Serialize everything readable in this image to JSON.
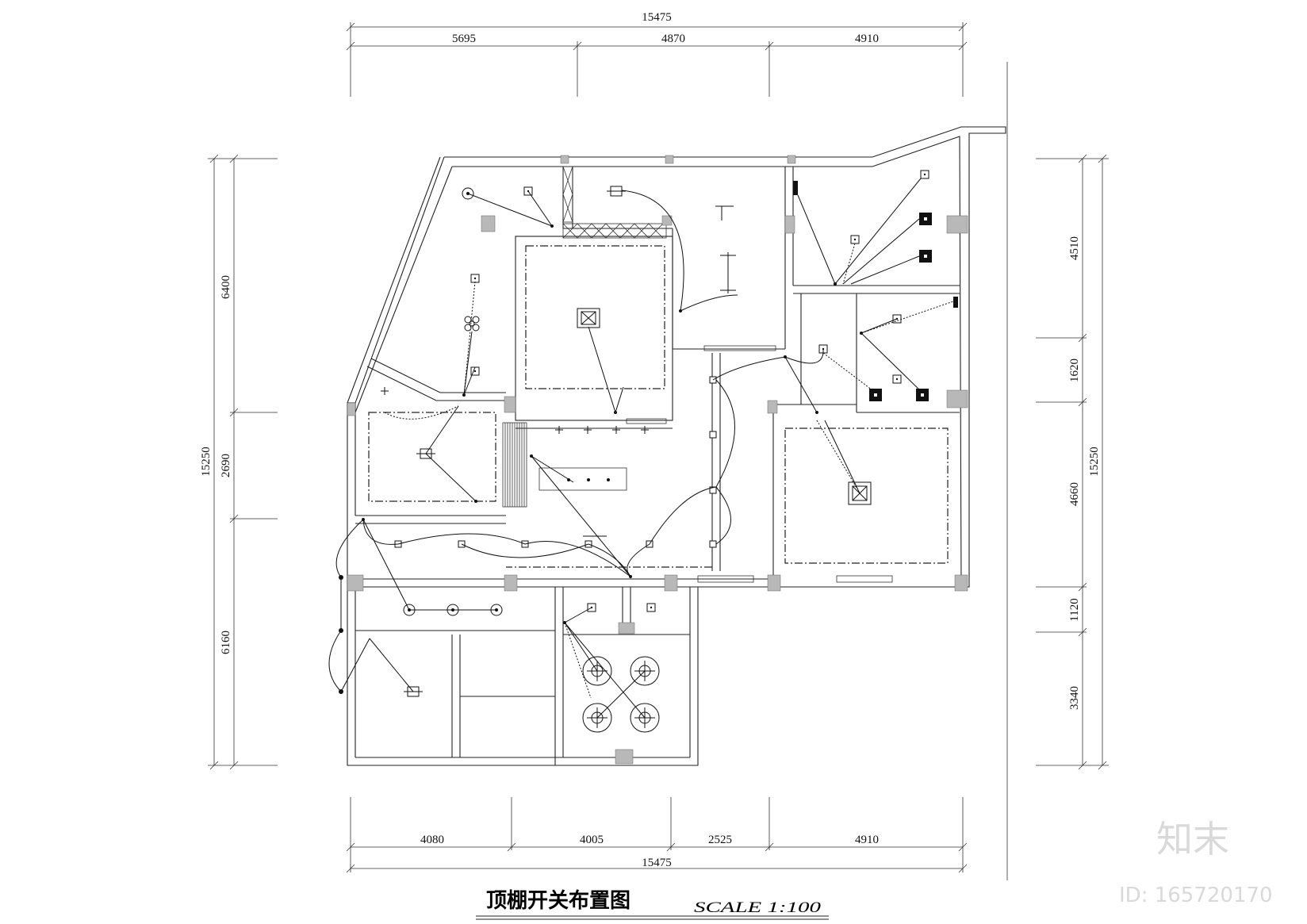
{
  "drawing": {
    "title": "顶棚开关布置图",
    "scale": "SCALE  1:100"
  },
  "dimensions": {
    "top_total": "15475",
    "top_segments": [
      "5695",
      "4870",
      "4910"
    ],
    "bottom_total": "15475",
    "bottom_segments": [
      "4080",
      "4005",
      "2525",
      "4910"
    ],
    "left_total": "15250",
    "left_segments": [
      "6400",
      "2690",
      "6160"
    ],
    "right_total": "15250",
    "right_segments": [
      "4510",
      "1620",
      "4660",
      "1120",
      "3340"
    ]
  },
  "watermark": {
    "logo": "知末",
    "id": "ID: 165720170"
  }
}
